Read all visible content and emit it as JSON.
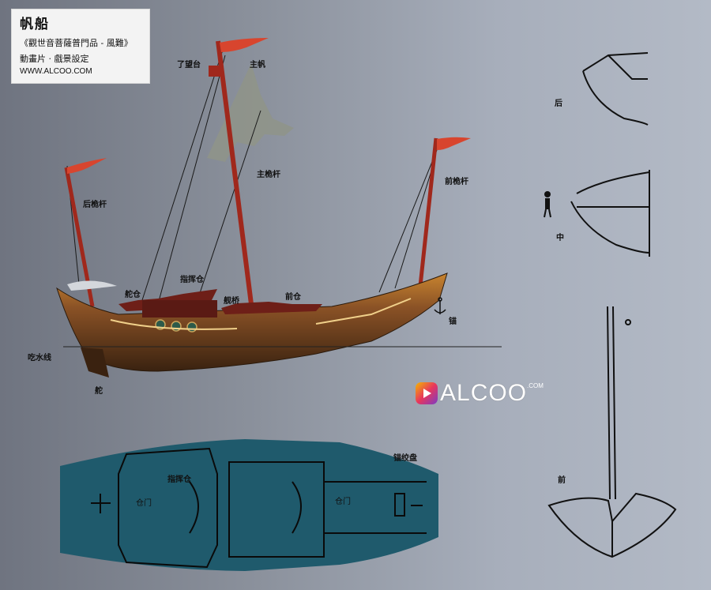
{
  "title_card": {
    "title": "帆船",
    "subtitle": "《觀世音菩薩普門品 - 風難》",
    "subtitle2": "動畫片 · 戲景設定",
    "url": "WWW.ALCOO.COM"
  },
  "labels": {
    "lookout": "了望台",
    "main_sail": "主帆",
    "main_mast": "主桅杆",
    "rear_mast": "后桅杆",
    "front_mast": "前桅杆",
    "rudder_cabin": "舵仓",
    "command_cabin": "指挥仓",
    "bridge": "舰桥",
    "front_cabin": "前仓",
    "anchor": "锚",
    "waterline": "吃水线",
    "rudder": "舵",
    "windlass": "锚绞盘",
    "plan_command": "指挥仓",
    "door_left": "仓门",
    "door_right": "仓门",
    "section_rear": "后",
    "section_mid": "中",
    "section_front": "前"
  },
  "logo": {
    "text": "ALCOO",
    "suffix": ".COM"
  },
  "colors": {
    "hull": "#7a4a22",
    "mast": "#a0281c",
    "flag": "#d8452e",
    "deck": "#1f5a6c",
    "sail": "#8f9488"
  }
}
